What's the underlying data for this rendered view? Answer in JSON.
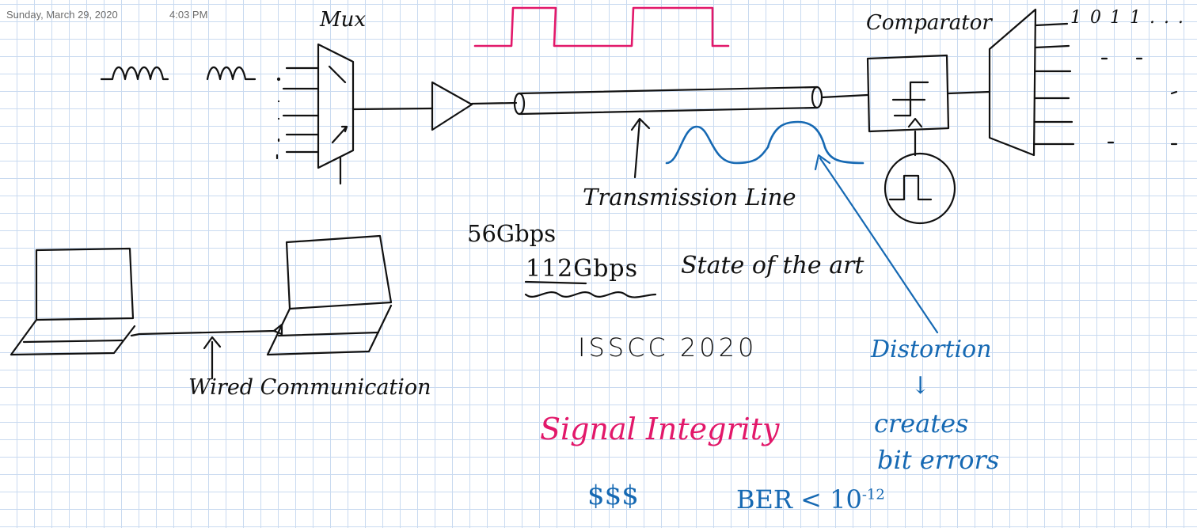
{
  "note_header": {
    "date": "Sunday, March 29, 2020",
    "time": "4:03 PM"
  },
  "labels": {
    "mux": "Mux",
    "comparator": "Comparator",
    "output_bits": "1 0 1 1 . . .",
    "transmission_line": "Transmission Line",
    "rate_56": "56Gbps",
    "rate_112": "112Gbps",
    "state_of_art": "State of the art",
    "isscc": "ISSCC 2020",
    "wired": "Wired Communication",
    "distortion": "Distortion",
    "arrow_down": "↓",
    "creates": "creates",
    "bit_errors": "bit errors",
    "signal_integrity": "Signal Integrity",
    "dollars": "$$$",
    "ber": "BER < 10",
    "ber_exp": "-12"
  },
  "colors": {
    "ink": "#111111",
    "pink": "#e2186a",
    "blue": "#1669b3",
    "grid": "#c9daf0"
  },
  "icons": [
    "mux-icon",
    "buffer-icon",
    "transmission-line-icon",
    "comparator-icon",
    "clock-icon",
    "demux-icon",
    "laptop-icon"
  ]
}
